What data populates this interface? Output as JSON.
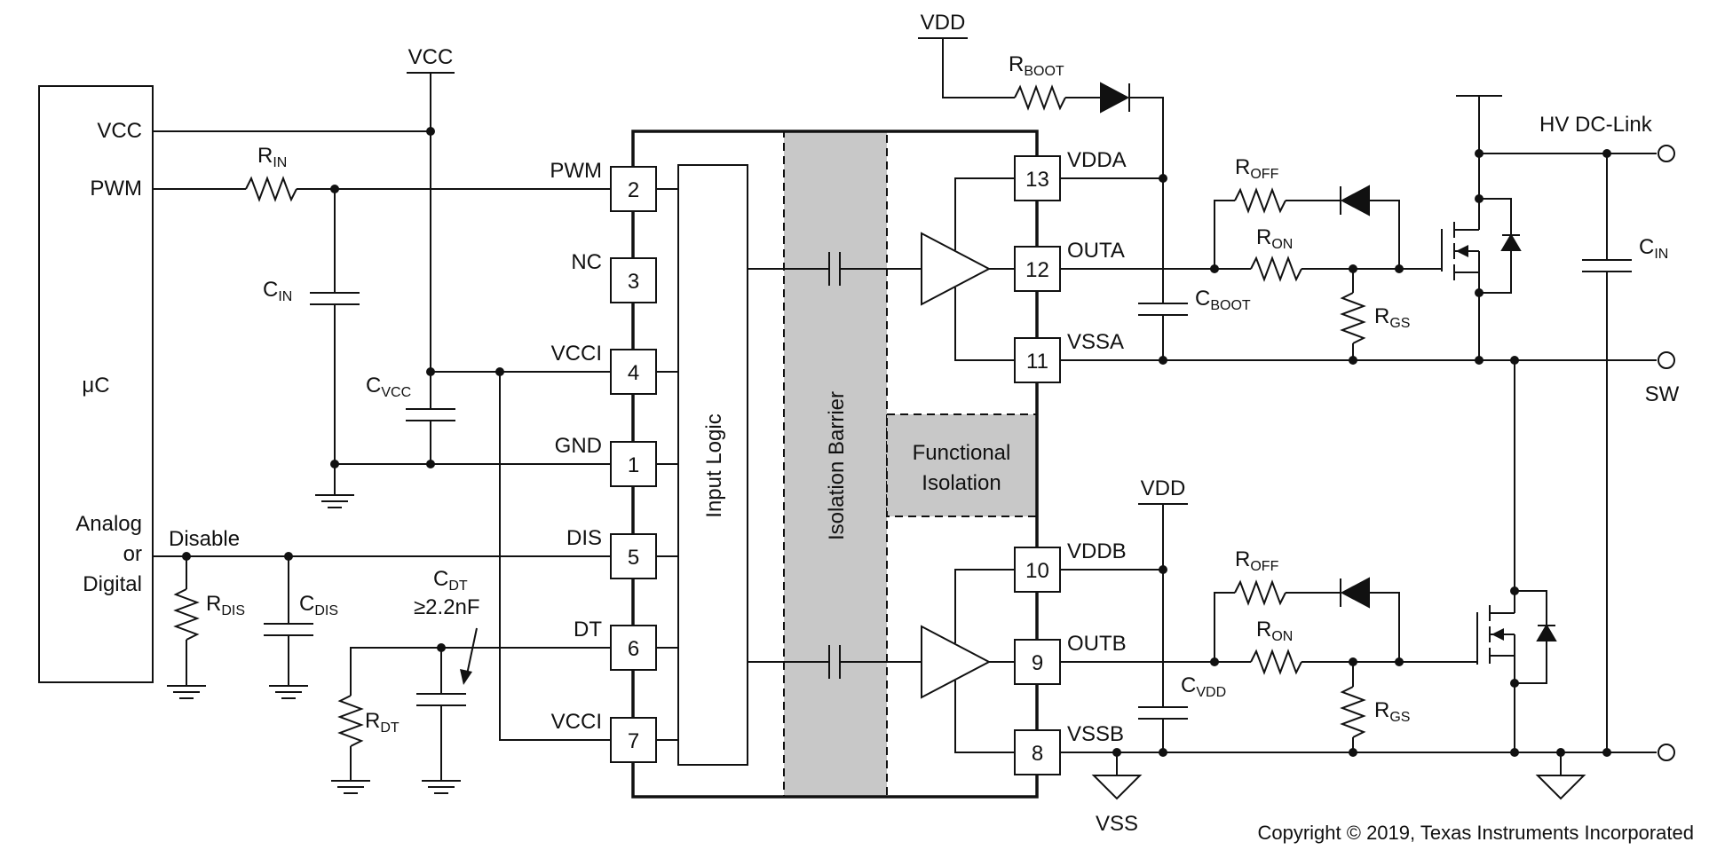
{
  "labels": {
    "vcc_top": "VCC",
    "vdd_top": "VDD",
    "vdd_mid": "VDD",
    "vss": "VSS",
    "hv_dc_link": "HV DC-Link",
    "sw": "SW",
    "disable": "Disable",
    "cdt_value": "≥2.2nF",
    "copyright": "Copyright © 2019, Texas Instruments Incorporated"
  },
  "mcu": {
    "vcc": "VCC",
    "pwm": "PWM",
    "name": "μC",
    "analog": "Analog",
    "or": "or",
    "digital": "Digital"
  },
  "components": {
    "rin": {
      "main": "R",
      "sub": "IN"
    },
    "cin_left": {
      "main": "C",
      "sub": "IN"
    },
    "cvcc": {
      "main": "C",
      "sub": "VCC"
    },
    "rdis": {
      "main": "R",
      "sub": "DIS"
    },
    "cdis": {
      "main": "C",
      "sub": "DIS"
    },
    "cdt": {
      "main": "C",
      "sub": "DT"
    },
    "rdt": {
      "main": "R",
      "sub": "DT"
    },
    "rboot": {
      "main": "R",
      "sub": "BOOT"
    },
    "cboot": {
      "main": "C",
      "sub": "BOOT"
    },
    "cvdd": {
      "main": "C",
      "sub": "VDD"
    },
    "roff_a": {
      "main": "R",
      "sub": "OFF"
    },
    "ron_a": {
      "main": "R",
      "sub": "ON"
    },
    "rgs_a": {
      "main": "R",
      "sub": "GS"
    },
    "roff_b": {
      "main": "R",
      "sub": "OFF"
    },
    "ron_b": {
      "main": "R",
      "sub": "ON"
    },
    "rgs_b": {
      "main": "R",
      "sub": "GS"
    },
    "cin_right": {
      "main": "C",
      "sub": "IN"
    }
  },
  "ic": {
    "input_logic": "Input Logic",
    "isolation_barrier": "Isolation Barrier",
    "functional_isolation_line1": "Functional",
    "functional_isolation_line2": "Isolation",
    "left_pins": [
      {
        "number": "2",
        "name": "PWM"
      },
      {
        "number": "3",
        "name": "NC"
      },
      {
        "number": "4",
        "name": "VCCI"
      },
      {
        "number": "1",
        "name": "GND"
      },
      {
        "number": "5",
        "name": "DIS"
      },
      {
        "number": "6",
        "name": "DT"
      },
      {
        "number": "7",
        "name": "VCCI"
      }
    ],
    "right_pins": [
      {
        "number": "13",
        "name": "VDDA"
      },
      {
        "number": "12",
        "name": "OUTA"
      },
      {
        "number": "11",
        "name": "VSSA"
      },
      {
        "number": "10",
        "name": "VDDB"
      },
      {
        "number": "9",
        "name": "OUTB"
      },
      {
        "number": "8",
        "name": "VSSB"
      }
    ]
  }
}
